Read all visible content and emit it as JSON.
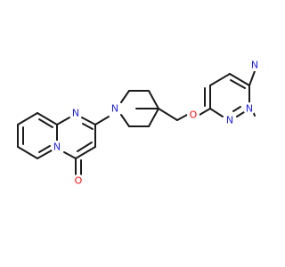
{
  "molecule": {
    "atom_labels": {
      "n_pyrimidine_top": "N",
      "n_bridge_left": "N",
      "o_carbonyl": "O",
      "n_piperidine": "N",
      "o_ether": "O",
      "n_imidazole_top": "N",
      "n_bridge_right": "N",
      "n_pyridazine": "N"
    },
    "colors": {
      "carbon_bond": "#1a1a1a",
      "nitrogen": "#1e1ef0",
      "oxygen": "#ff0d0d",
      "background": "#ffffff"
    }
  }
}
